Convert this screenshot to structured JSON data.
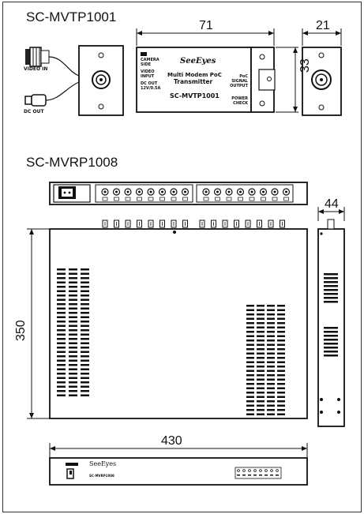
{
  "top_section": {
    "model": "SC-MVTP1001",
    "connector_labels": {
      "video_in": "VIDEO IN",
      "dc_out": "DC OUT"
    },
    "dimensions": {
      "length": "71",
      "height": "33",
      "depth": "21"
    },
    "device_face": {
      "camera_side": "CAMERA SIDE",
      "video_input": "VIDEO INPUT",
      "dc_out": "DC OUT 12V/0.5A",
      "brand": "SeeEyes",
      "product_line1": "Multi Modem PoC",
      "product_line2": "Transmitter",
      "model_text": "SC-MVTP1001",
      "poc_signal_output": "PoC SIGNAL OUTPUT",
      "power_check": "POWER CHECK"
    }
  },
  "bottom_section": {
    "model": "SC-MVRP1008",
    "dimensions": {
      "depth": "350",
      "width": "430",
      "height": "44"
    },
    "front_panel": {
      "brand": "SeeEyes",
      "model_text": "SC-MVRP1008"
    }
  }
}
